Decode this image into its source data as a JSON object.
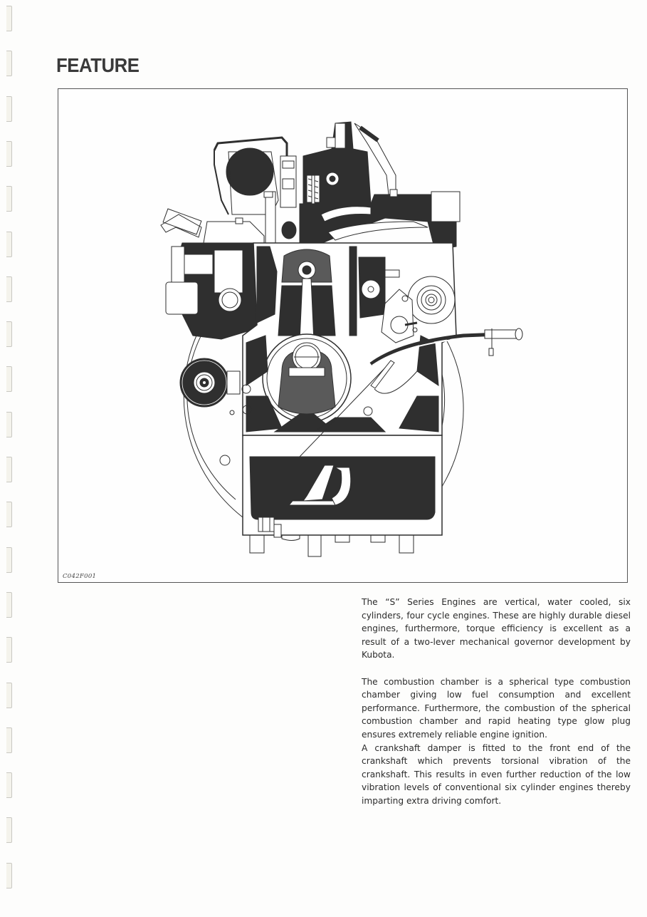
{
  "page": {
    "title": "FEATURE",
    "binder_marks_count": 20
  },
  "figure": {
    "code": "C042F001",
    "description": "Cross-sectional illustration of S Series vertical six-cylinder diesel engine",
    "colors": {
      "ink": "#2f2f2f",
      "shade": "#5a5a5a",
      "paper": "#fefefe"
    }
  },
  "body": {
    "paragraphs": [
      "The “S” Series Engines are vertical, water cooled, six cylinders, four cycle engines. These are highly durable diesel engines, furthermore, torque efficiency is excellent as a result of a two-lever mechanical governor development by Kubota.",
      "The combustion chamber is a spherical type combustion chamber giving low fuel consumption and excellent performance. Furthermore, the combustion of the spherical combustion chamber and rapid heating type glow plug ensures extremely reliable engine ignition.",
      "A crankshaft damper is fitted to the front end of the crankshaft which prevents torsional vibration of the crankshaft. This results in even further reduction of the low vibration levels of conventional six cylinder engines thereby imparting extra driving comfort."
    ]
  }
}
